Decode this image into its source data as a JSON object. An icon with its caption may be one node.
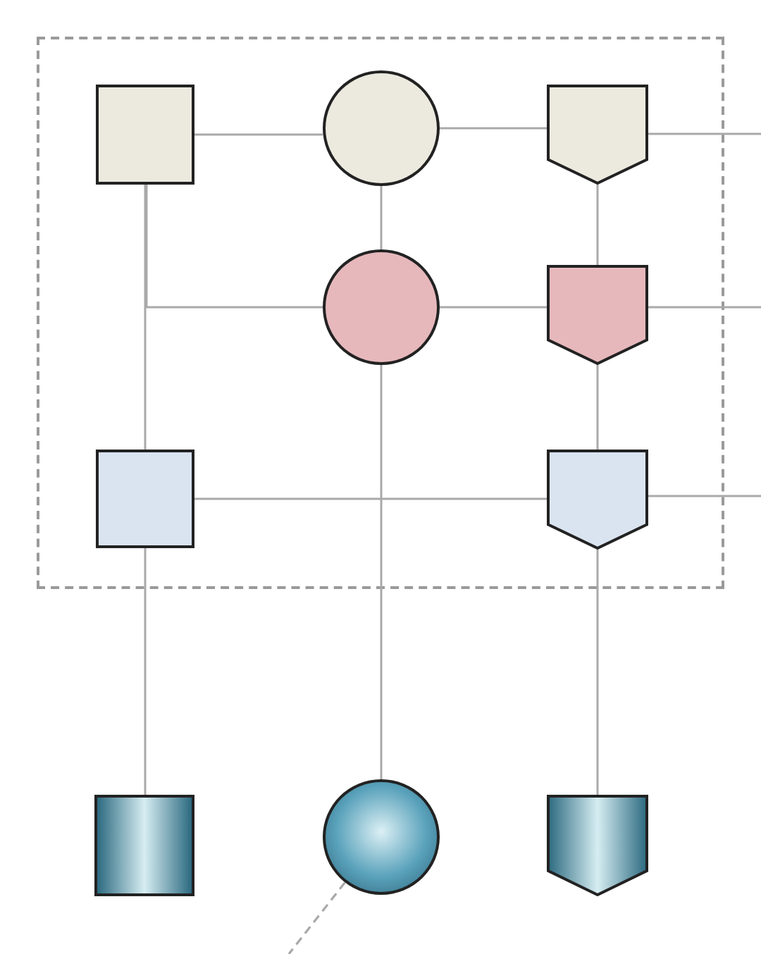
{
  "diagram": {
    "nodes": [
      {
        "text": [],
        "shape": "box"
      },
      {
        "text": [],
        "shape": "box",
        "in": 0
      },
      {
        "text": [],
        "shape": "circle",
        "in": 0
      },
      {
        "text": [],
        "shape": "pentagon",
        "in": 0
      },
      {
        "text": [],
        "shape": "circle",
        "in": 0
      },
      {
        "text": [],
        "shape": "pentagon",
        "in": 0
      },
      {
        "text": [],
        "shape": "box",
        "in": 0
      },
      {
        "text": [],
        "shape": "pentagon",
        "in": 0
      },
      {
        "text": [],
        "shape": "box"
      },
      {
        "text": [],
        "shape": "circle"
      },
      {
        "text": [],
        "shape": "pentagon"
      }
    ],
    "edges": [
      {
        "from": 1,
        "to": 2,
        "arrow": "none"
      },
      {
        "from": 2,
        "to": 3,
        "arrow": "none"
      },
      {
        "from": 3,
        "to": null,
        "arrow": "none"
      },
      {
        "from": 2,
        "to": 4,
        "arrow": "none"
      },
      {
        "from": 3,
        "to": 5,
        "arrow": "none"
      },
      {
        "from": 1,
        "to": 6,
        "arrow": "none"
      },
      {
        "from": 4,
        "to": 1,
        "arrow": "none"
      },
      {
        "from": 4,
        "to": 5,
        "arrow": "none"
      },
      {
        "from": 5,
        "to": null,
        "arrow": "none"
      },
      {
        "from": 5,
        "to": 7,
        "arrow": "none"
      },
      {
        "from": 6,
        "to": 7,
        "arrow": "none"
      },
      {
        "from": 7,
        "to": null,
        "arrow": "none"
      },
      {
        "from": 4,
        "to": 9,
        "arrow": "none"
      },
      {
        "from": 6,
        "to": 8,
        "arrow": "none"
      },
      {
        "from": 7,
        "to": 10,
        "arrow": "none"
      },
      {
        "from": 9,
        "to": null,
        "arrow": "none",
        "style": "dashed"
      }
    ]
  }
}
